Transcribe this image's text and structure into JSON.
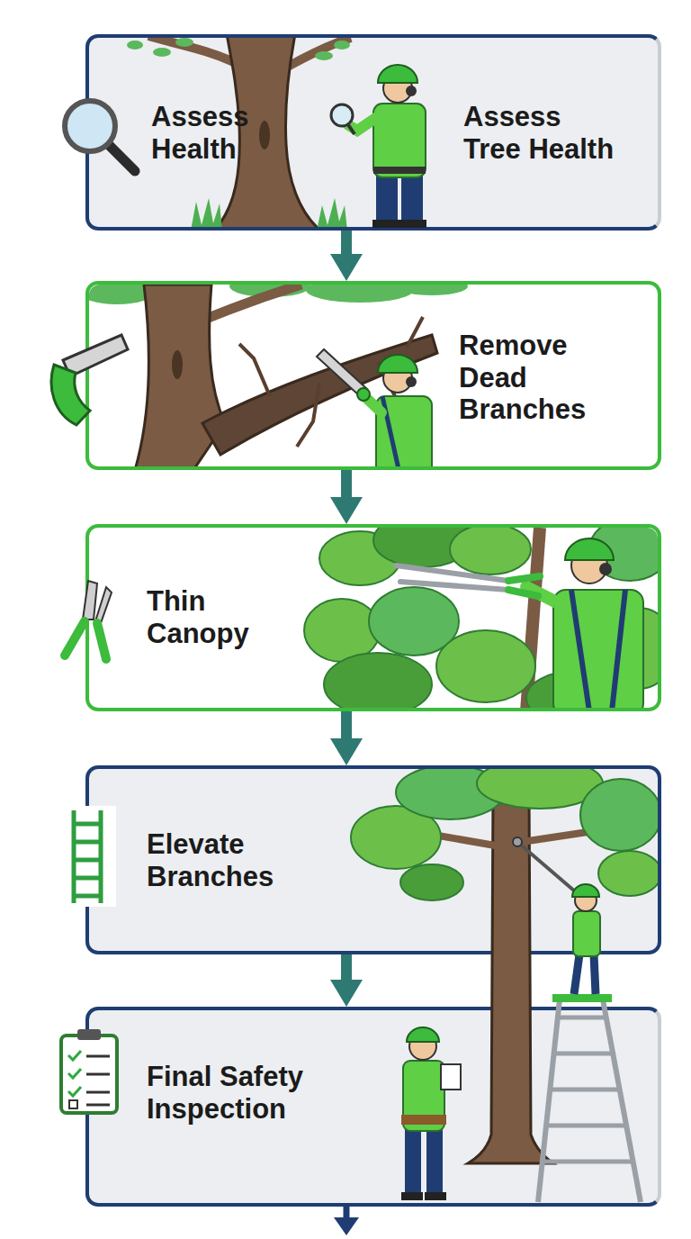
{
  "diagram": {
    "nodes": [
      {
        "text": [
          "Assess Health",
          "Assess Tree Health"
        ]
      },
      {
        "text": [
          "Remove Dead Branches"
        ]
      },
      {
        "text": [
          "Thin Canopy"
        ]
      },
      {
        "text": [
          "Elevate Branches"
        ]
      },
      {
        "text": [
          "Final Safety Inspection"
        ]
      }
    ],
    "edges": [
      {
        "from": 0,
        "to": 1,
        "arrow": "to"
      },
      {
        "from": 1,
        "to": 2,
        "arrow": "to"
      },
      {
        "from": 2,
        "to": 3,
        "arrow": "to"
      },
      {
        "from": 3,
        "to": 4,
        "arrow": "to"
      }
    ]
  }
}
